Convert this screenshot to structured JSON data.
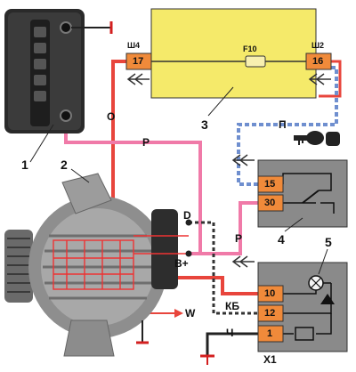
{
  "components": {
    "battery": {
      "number": "1"
    },
    "generator": {
      "number": "2"
    },
    "fuse_box": {
      "number": "3",
      "fuse_label": "F10",
      "left_connector": {
        "label": "Ш4",
        "pin": "17"
      },
      "right_connector": {
        "label": "Ш2",
        "pin": "16"
      }
    },
    "ignition_relay": {
      "number": "4",
      "pins": [
        "15",
        "30"
      ]
    },
    "instrument_cluster": {
      "number": "5",
      "connector_label": "Х1",
      "pins": [
        "10",
        "12",
        "1"
      ]
    }
  },
  "terminals": {
    "d": "D",
    "b_plus": "B+",
    "w": "W"
  },
  "wire_colors": {
    "o": "О",
    "p1": "Р",
    "p2": "Р",
    "p3": "П",
    "kb": "КБ",
    "ch": "Ч"
  },
  "colors": {
    "wire_orange": "#e8453c",
    "wire_pink": "#f07aa8",
    "wire_blue": "#6f8fcf",
    "fuse_box_fill": "#f5ea6a",
    "pin_fill": "#f08a3a",
    "ground": "#d31f1f"
  },
  "icons": [
    "battery-icon",
    "generator-icon",
    "ignition-key-icon",
    "lamp-icon",
    "ground-icon"
  ]
}
